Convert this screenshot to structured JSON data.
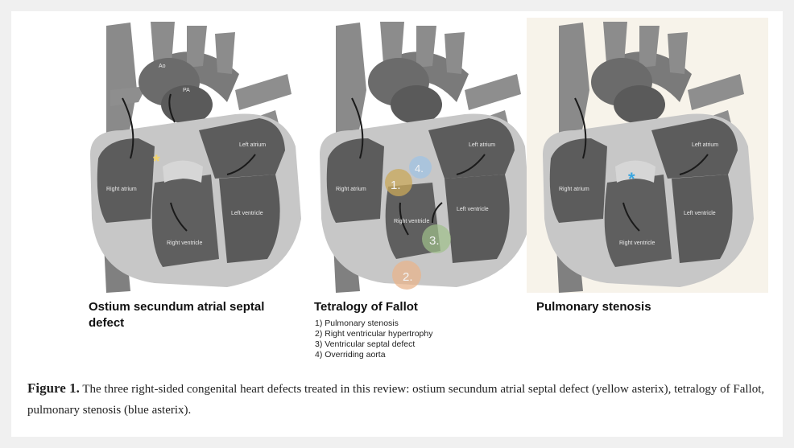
{
  "panels": [
    {
      "title": "Ostium secundum atrial septal defect",
      "labels": {
        "ao": "Ao",
        "pa": "PA",
        "left_atrium": "Left atrium",
        "right_atrium": "Right atrium",
        "left_ventricle": "Left ventricle",
        "right_ventricle": "Right ventricle"
      },
      "marker": "*",
      "marker_color": "#f2d36b"
    },
    {
      "title": "Tetralogy of Fallot",
      "labels": {
        "left_atrium": "Left atrium",
        "right_atrium": "Right atrium",
        "left_ventricle": "Left ventricle",
        "right_ventricle": "Right ventricle"
      },
      "markers": [
        {
          "label": "1.",
          "color": "#c9a85a"
        },
        {
          "label": "2.",
          "color": "#e8b48c"
        },
        {
          "label": "3.",
          "color": "#9fc18a"
        },
        {
          "label": "4.",
          "color": "#9ec3e6"
        }
      ],
      "legend": [
        "1) Pulmonary stenosis",
        "2) Right ventricular hypertrophy",
        "3) Ventricular septal defect",
        "4) Overriding aorta"
      ]
    },
    {
      "title": "Pulmonary stenosis",
      "labels": {
        "left_atrium": "Left atrium",
        "right_atrium": "Right atrium",
        "left_ventricle": "Left ventricle",
        "right_ventricle": "Right ventricle"
      },
      "marker": "*",
      "marker_color": "#3aa6e0"
    }
  ],
  "caption": {
    "label": "Figure 1.",
    "text": " The three right-sided congenital heart defects treated in this review: ostium secundum atrial septal defect (yellow asterix),  tetralogy of Fallot, pulmonary stenosis (blue asterix)."
  }
}
